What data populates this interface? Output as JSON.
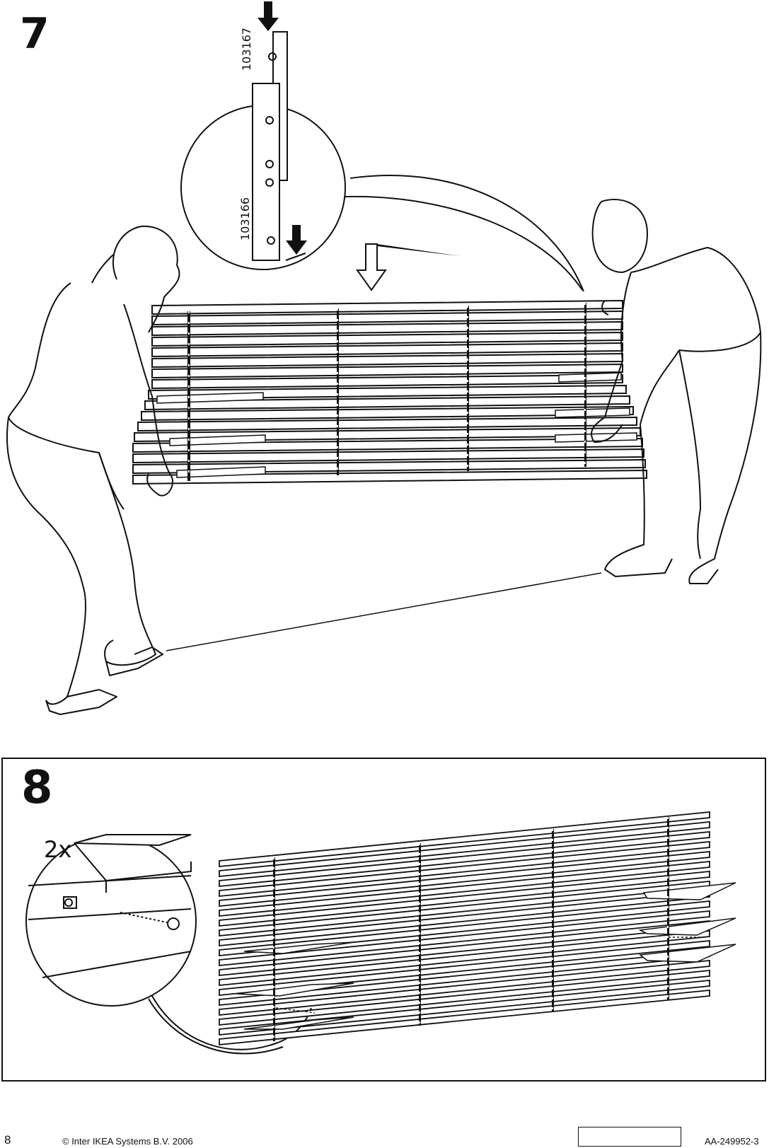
{
  "steps": {
    "step7": {
      "number": "7",
      "part_top": "103167",
      "part_bottom": "103166"
    },
    "step8": {
      "number": "8",
      "quantity": "2x"
    }
  },
  "footer": {
    "page_number": "8",
    "copyright": "© Inter IKEA Systems B.V. 2006",
    "document_code": "AA-249952-3"
  },
  "colors": {
    "ink": "#111111",
    "paper": "#ffffff"
  }
}
